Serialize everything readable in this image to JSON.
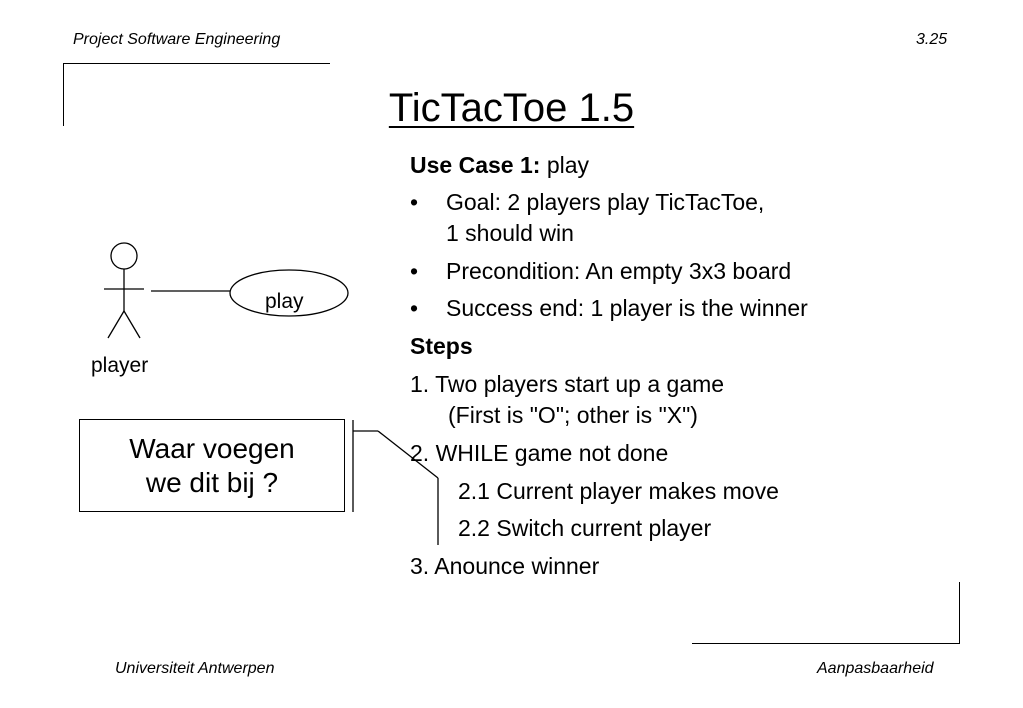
{
  "header": {
    "course": "Project Software Engineering",
    "slide_number": "3.25"
  },
  "footer": {
    "university": "Universiteit Antwerpen",
    "topic": "Aanpasbaarheid"
  },
  "slide": {
    "title": "TicTacToe 1.5",
    "use_case_label": "Use Case 1:",
    "use_case_name": "play",
    "bullet_symbol": "•",
    "bullets": [
      {
        "line1": "Goal: 2 players play TicTacToe,",
        "line2": "1 should win"
      },
      {
        "line1": "Precondition: An empty 3x3 board"
      },
      {
        "line1": "Success end: 1 player is the winner"
      }
    ],
    "steps_label": "Steps",
    "steps": {
      "s1_line1": "1. Two players start up a game",
      "s1_line2": "(First is \"O\"; other is \"X\")",
      "s2": "2. WHILE game not done",
      "s2_1": "2.1 Current player makes move",
      "s2_2": "2.2 Switch current player",
      "s3": "3. Anounce winner"
    }
  },
  "diagram": {
    "actor_label": "player",
    "use_case_label": "play"
  },
  "note": {
    "line1": "Waar voegen",
    "line2": "we dit bij ?"
  }
}
